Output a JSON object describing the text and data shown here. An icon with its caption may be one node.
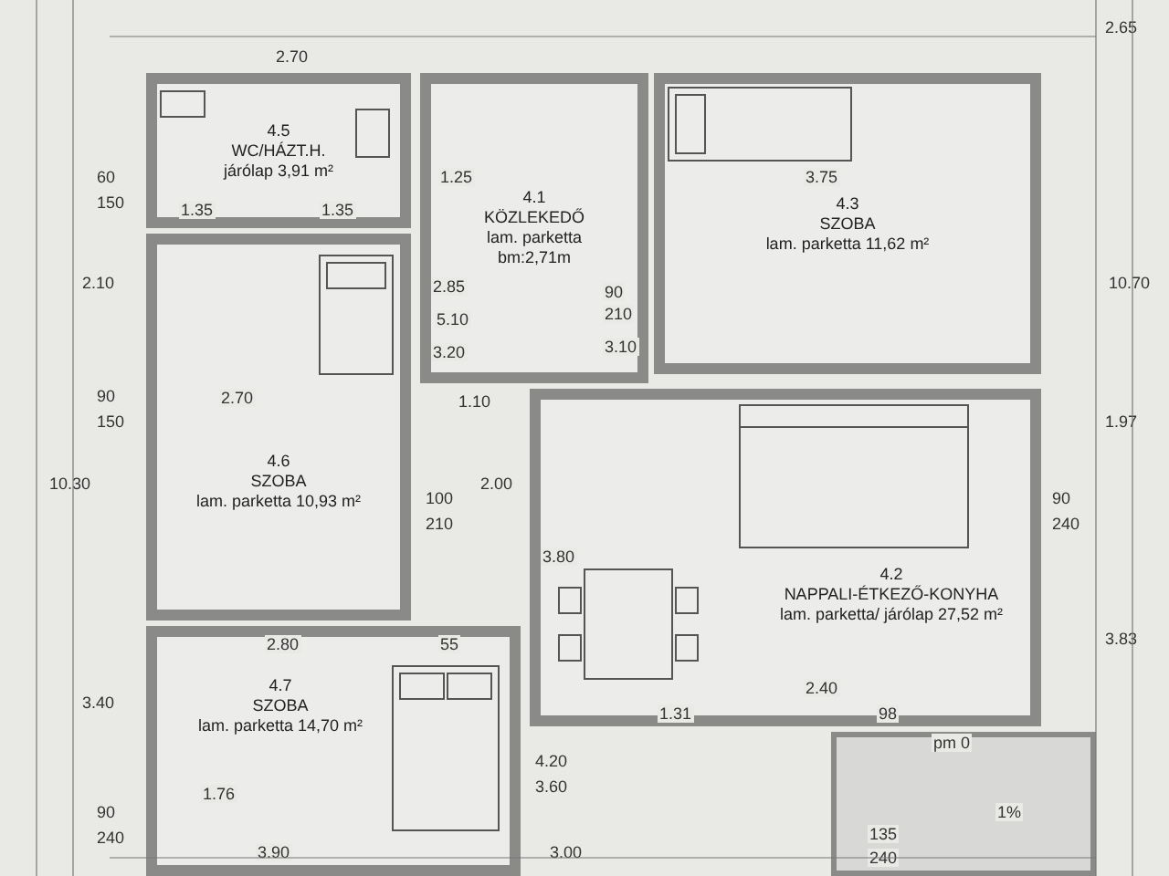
{
  "diagram": {
    "nodes": [
      {
        "text": [
          "4.5",
          "WC/HÁZT.H.",
          "járólap 3,91 m²"
        ]
      },
      {
        "text": [
          "4.6",
          "SZOBA",
          "lam. parketta 10,93 m²"
        ]
      },
      {
        "text": [
          "4.1",
          "KÖZLEKEDŐ",
          "lam. parketta",
          "bm:2,71m"
        ]
      },
      {
        "text": [
          "4.3",
          "SZOBA",
          "lam. parketta 11,62 m²"
        ]
      },
      {
        "text": [
          "4.2",
          "NAPPALI-ÉTKEZŐ-KONYHA",
          "lam. parketta/ járólap 27,52 m²"
        ]
      },
      {
        "text": [
          "4.7",
          "SZOBA",
          "lam. parketta 14,70 m²"
        ]
      },
      {
        "text": [],
        "shape": "box"
      }
    ],
    "edges": [],
    "labels": [
      "2.65",
      "2.70",
      "60",
      "1.25",
      "3.75",
      "150",
      "1.35",
      "1.35",
      "2.10",
      "2.85",
      "90",
      "10.70",
      "5.10",
      "210",
      "3.20",
      "3.10",
      "90",
      "2.70",
      "1.10",
      "150",
      "1.97",
      "10.30",
      "100",
      "2.00",
      "90",
      "210",
      "240",
      "3.80",
      "2.80",
      "55",
      "3.83",
      "2.40",
      "3.40",
      "1.31",
      "98",
      "pm 0",
      "4.20",
      "1.76",
      "3.60",
      "90",
      "1%",
      "240",
      "135",
      "3.90",
      "3.00",
      "240"
    ]
  }
}
